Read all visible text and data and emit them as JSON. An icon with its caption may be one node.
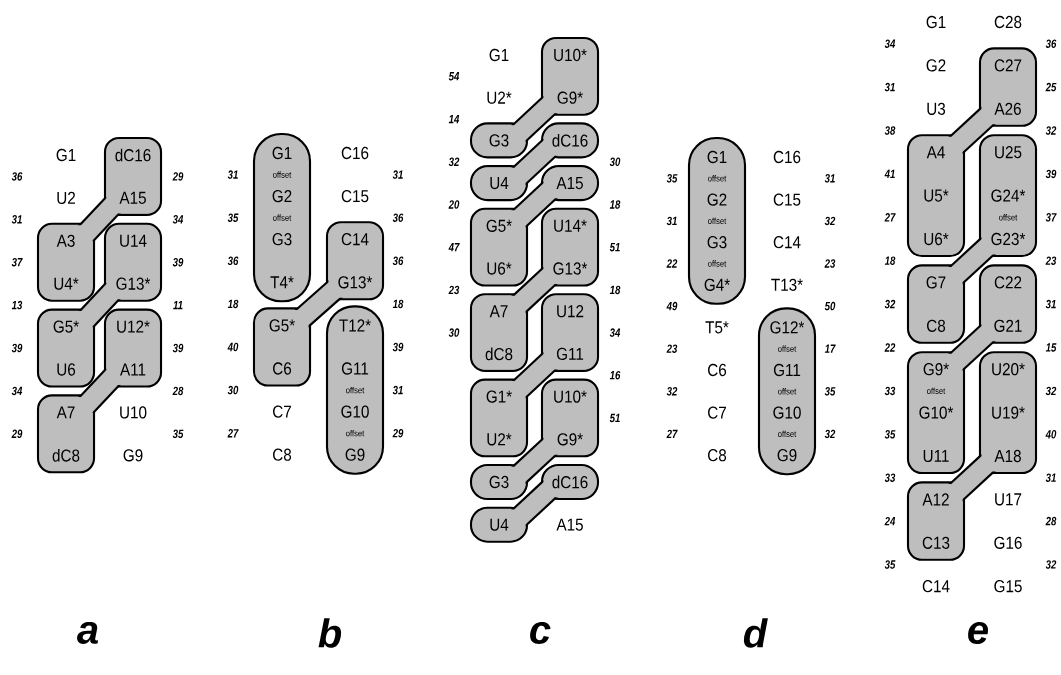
{
  "diagram": {
    "nodes": [
      {
        "text": [
          "dC16",
          "A15"
        ]
      },
      {
        "text": [
          "A3",
          "U4*"
        ]
      },
      {
        "text": [
          "U14",
          "G13*"
        ]
      },
      {
        "text": [
          "G5*",
          "U6"
        ]
      },
      {
        "text": [
          "U12*",
          "A11"
        ]
      },
      {
        "text": [
          "A7",
          "dC8"
        ]
      },
      {
        "text": [
          "G1",
          "offset",
          "G2",
          "offset",
          "G3",
          "T4*"
        ]
      },
      {
        "text": [
          "C14",
          "G13*"
        ]
      },
      {
        "text": [
          "G5*",
          "C6"
        ]
      },
      {
        "text": [
          "T12*",
          "G11",
          "offset",
          "G10",
          "offset",
          "G9"
        ]
      },
      {
        "text": [
          "U10*",
          "G9*"
        ]
      },
      {
        "text": [
          "G3"
        ]
      },
      {
        "text": [
          "dC16"
        ]
      },
      {
        "text": [
          "U4"
        ]
      },
      {
        "text": [
          "A15"
        ]
      },
      {
        "text": [
          "G5*",
          "U6*"
        ]
      },
      {
        "text": [
          "U14*",
          "G13*"
        ]
      },
      {
        "text": [
          "A7",
          "dC8"
        ]
      },
      {
        "text": [
          "U12",
          "G11"
        ]
      },
      {
        "text": [
          "G1*",
          "U2*"
        ]
      },
      {
        "text": [
          "U10*",
          "G9*"
        ]
      },
      {
        "text": [
          "G3"
        ]
      },
      {
        "text": [
          "dC16"
        ]
      },
      {
        "text": [
          "U4"
        ]
      },
      {
        "text": [
          "G1",
          "offset",
          "G2",
          "offset",
          "G3",
          "offset",
          "G4*"
        ]
      },
      {
        "text": [
          "G12*",
          "offset",
          "G11",
          "offset",
          "G10",
          "offset",
          "G9"
        ]
      },
      {
        "text": [
          "C27",
          "A26"
        ]
      },
      {
        "text": [
          "A4",
          "U5*",
          "U6*"
        ]
      },
      {
        "text": [
          "U25",
          "G24*",
          "offset",
          "G23*"
        ]
      },
      {
        "text": [
          "G7",
          "C8"
        ]
      },
      {
        "text": [
          "C22",
          "G21"
        ]
      },
      {
        "text": [
          "G9*",
          "offset",
          "G10*",
          "U11"
        ]
      },
      {
        "text": [
          "U20*",
          "U19*",
          "A18"
        ]
      },
      {
        "text": [
          "A12",
          "C13"
        ]
      }
    ],
    "edges": [
      {
        "from": 0,
        "to": 1,
        "arrow": "none"
      },
      {
        "from": 2,
        "to": 3,
        "arrow": "none"
      },
      {
        "from": 4,
        "to": 5,
        "arrow": "none"
      },
      {
        "from": 7,
        "to": 8,
        "arrow": "none"
      },
      {
        "from": 10,
        "to": 11,
        "arrow": "none"
      },
      {
        "from": 12,
        "to": 13,
        "arrow": "none"
      },
      {
        "from": 14,
        "to": 15,
        "arrow": "none"
      },
      {
        "from": 16,
        "to": 17,
        "arrow": "none"
      },
      {
        "from": 18,
        "to": 19,
        "arrow": "none"
      },
      {
        "from": 20,
        "to": 21,
        "arrow": "none"
      },
      {
        "from": 22,
        "to": 23,
        "arrow": "none"
      },
      {
        "from": 26,
        "to": 27,
        "arrow": "none"
      },
      {
        "from": 28,
        "to": 29,
        "arrow": "none"
      },
      {
        "from": 30,
        "to": 31,
        "arrow": "none"
      },
      {
        "from": 32,
        "to": 33,
        "arrow": "none"
      }
    ],
    "labels": [
      "G1",
      "U2",
      "U10",
      "G9",
      "36",
      "31",
      "37",
      "13",
      "39",
      "34",
      "29",
      "29",
      "34",
      "39",
      "11",
      "39",
      "28",
      "35",
      "a",
      "C16",
      "C15",
      "C7",
      "C8",
      "31",
      "35",
      "36",
      "18",
      "40",
      "30",
      "27",
      "31",
      "36",
      "36",
      "18",
      "39",
      "31",
      "29",
      "b",
      "G1",
      "U2*",
      "A15",
      "54",
      "14",
      "32",
      "20",
      "47",
      "23",
      "30",
      "30",
      "18",
      "51",
      "18",
      "34",
      "16",
      "51",
      "c",
      "C16",
      "C15",
      "C14",
      "T13*",
      "T5*",
      "C6",
      "C7",
      "C8",
      "35",
      "31",
      "22",
      "49",
      "23",
      "32",
      "27",
      "31",
      "32",
      "23",
      "50",
      "17",
      "35",
      "32",
      "d",
      "G1",
      "C28",
      "G2",
      "U3",
      "U17",
      "G16",
      "C14",
      "G15",
      "34",
      "31",
      "38",
      "41",
      "27",
      "18",
      "32",
      "22",
      "33",
      "35",
      "33",
      "24",
      "35",
      "36",
      "25",
      "32",
      "39",
      "37",
      "23",
      "31",
      "15",
      "32",
      "40",
      "31",
      "28",
      "32",
      "e"
    ]
  }
}
